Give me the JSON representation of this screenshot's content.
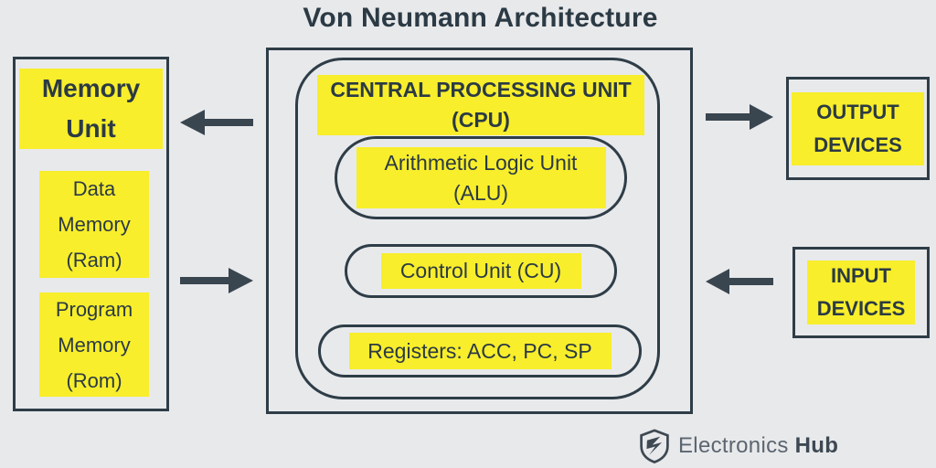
{
  "title": "Von Neumann Architecture",
  "memory_unit": {
    "title_lines": [
      "Memory",
      "Unit"
    ],
    "data_memory_lines": [
      "Data",
      "Memory",
      "(Ram)"
    ],
    "program_memory_lines": [
      "Program",
      "Memory",
      "(Rom)"
    ]
  },
  "cpu": {
    "title_lines": [
      "CENTRAL PROCESSING UNIT",
      "(CPU)"
    ],
    "alu_lines": [
      "Arithmetic Logic Unit",
      "(ALU)"
    ],
    "control_unit_label": "Control Unit (CU)",
    "registers_label": "Registers: ACC, PC, SP"
  },
  "devices": {
    "output_lines": [
      "OUTPUT",
      "DEVICES"
    ],
    "input_lines": [
      "INPUT",
      "DEVICES"
    ]
  },
  "logo": {
    "name": "Electronics",
    "suffix": "Hub"
  },
  "colors": {
    "highlight_yellow": "#f8ee2b",
    "slate_border": "#2e3d47",
    "text_dark": "#2b3a44",
    "background": "#e8e9eb",
    "logo_gray": "#5c6670"
  },
  "icons": {
    "memory_cpu_top": "arrow-left-icon",
    "memory_cpu_bottom": "arrow-right-icon",
    "cpu_output": "arrow-right-icon",
    "input_cpu": "arrow-left-icon",
    "brand": "shield-logo-icon"
  }
}
